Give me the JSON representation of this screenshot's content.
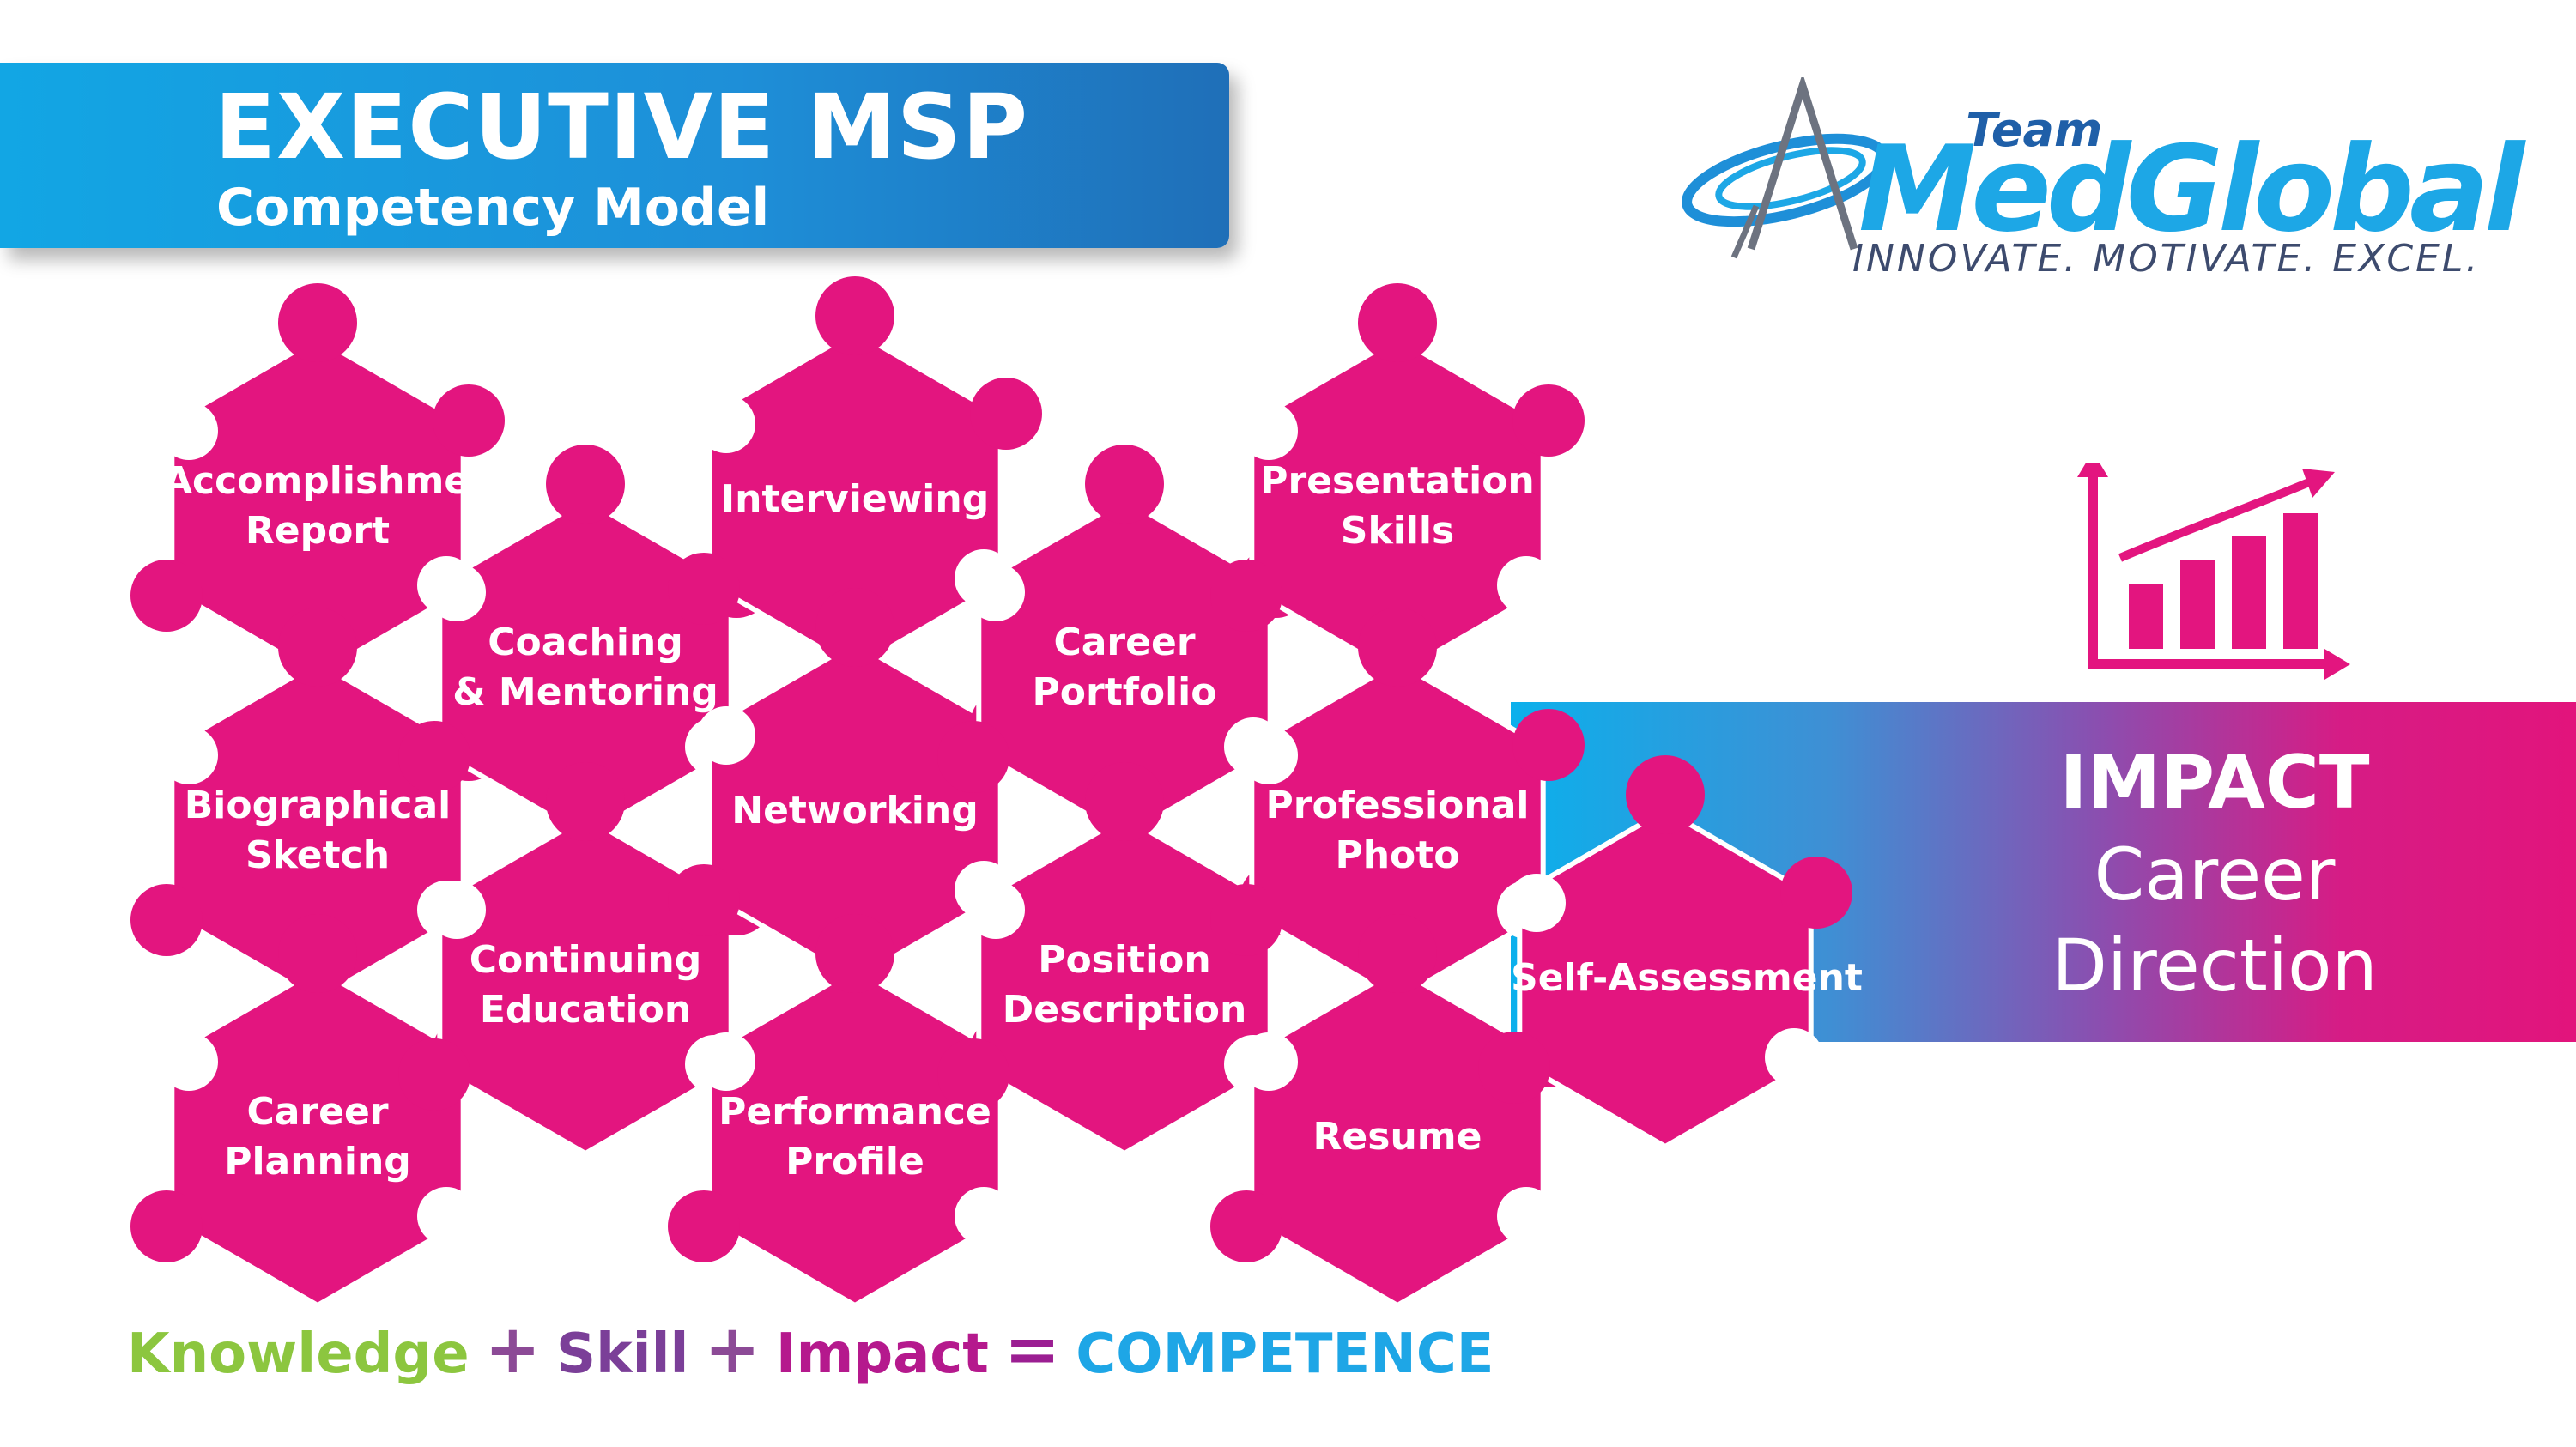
{
  "title": {
    "main": "EXECUTIVE MSP",
    "sub": "Competency Model"
  },
  "logo": {
    "team": "Team",
    "name": "MedGlobal",
    "tagline": "INNOVATE. MOTIVATE. EXCEL."
  },
  "pieces": [
    {
      "line1": "Accomplishments",
      "line2": "Report"
    },
    {
      "line1": "Biographical",
      "line2": "Sketch"
    },
    {
      "line1": "Career",
      "line2": "Planning"
    },
    {
      "line1": "Coaching",
      "line2": "& Mentoring"
    },
    {
      "line1": "Continuing",
      "line2": "Education"
    },
    {
      "line1": "Interviewing",
      "line2": ""
    },
    {
      "line1": "Networking",
      "line2": ""
    },
    {
      "line1": "Performance",
      "line2": "Profile"
    },
    {
      "line1": "Career",
      "line2": "Portfolio"
    },
    {
      "line1": "Position",
      "line2": "Description"
    },
    {
      "line1": "Presentation",
      "line2": "Skills"
    },
    {
      "line1": "Professional",
      "line2": "Photo"
    },
    {
      "line1": "Resume",
      "line2": ""
    },
    {
      "line1": "Self-Assessment",
      "line2": ""
    }
  ],
  "impact": {
    "title": "IMPACT",
    "line1": "Career",
    "line2": "Direction"
  },
  "formula": {
    "knowledge": "Knowledge",
    "plus1": "+",
    "skill": "Skill",
    "plus2": "+",
    "impact": "Impact",
    "equals": "=",
    "competence": "COMPETENCE"
  },
  "colors": {
    "piece_pink": "#e3157f",
    "title_blue": "#1e8fd8",
    "knowledge_green": "#8cc63f",
    "skill_purple": "#7b3f98",
    "impact_magenta": "#b5198d",
    "competence_blue": "#1ea6e6",
    "chart_pink": "#e3157f"
  },
  "icons": [
    "swoosh-logo-icon",
    "bar-chart-growth-icon"
  ]
}
